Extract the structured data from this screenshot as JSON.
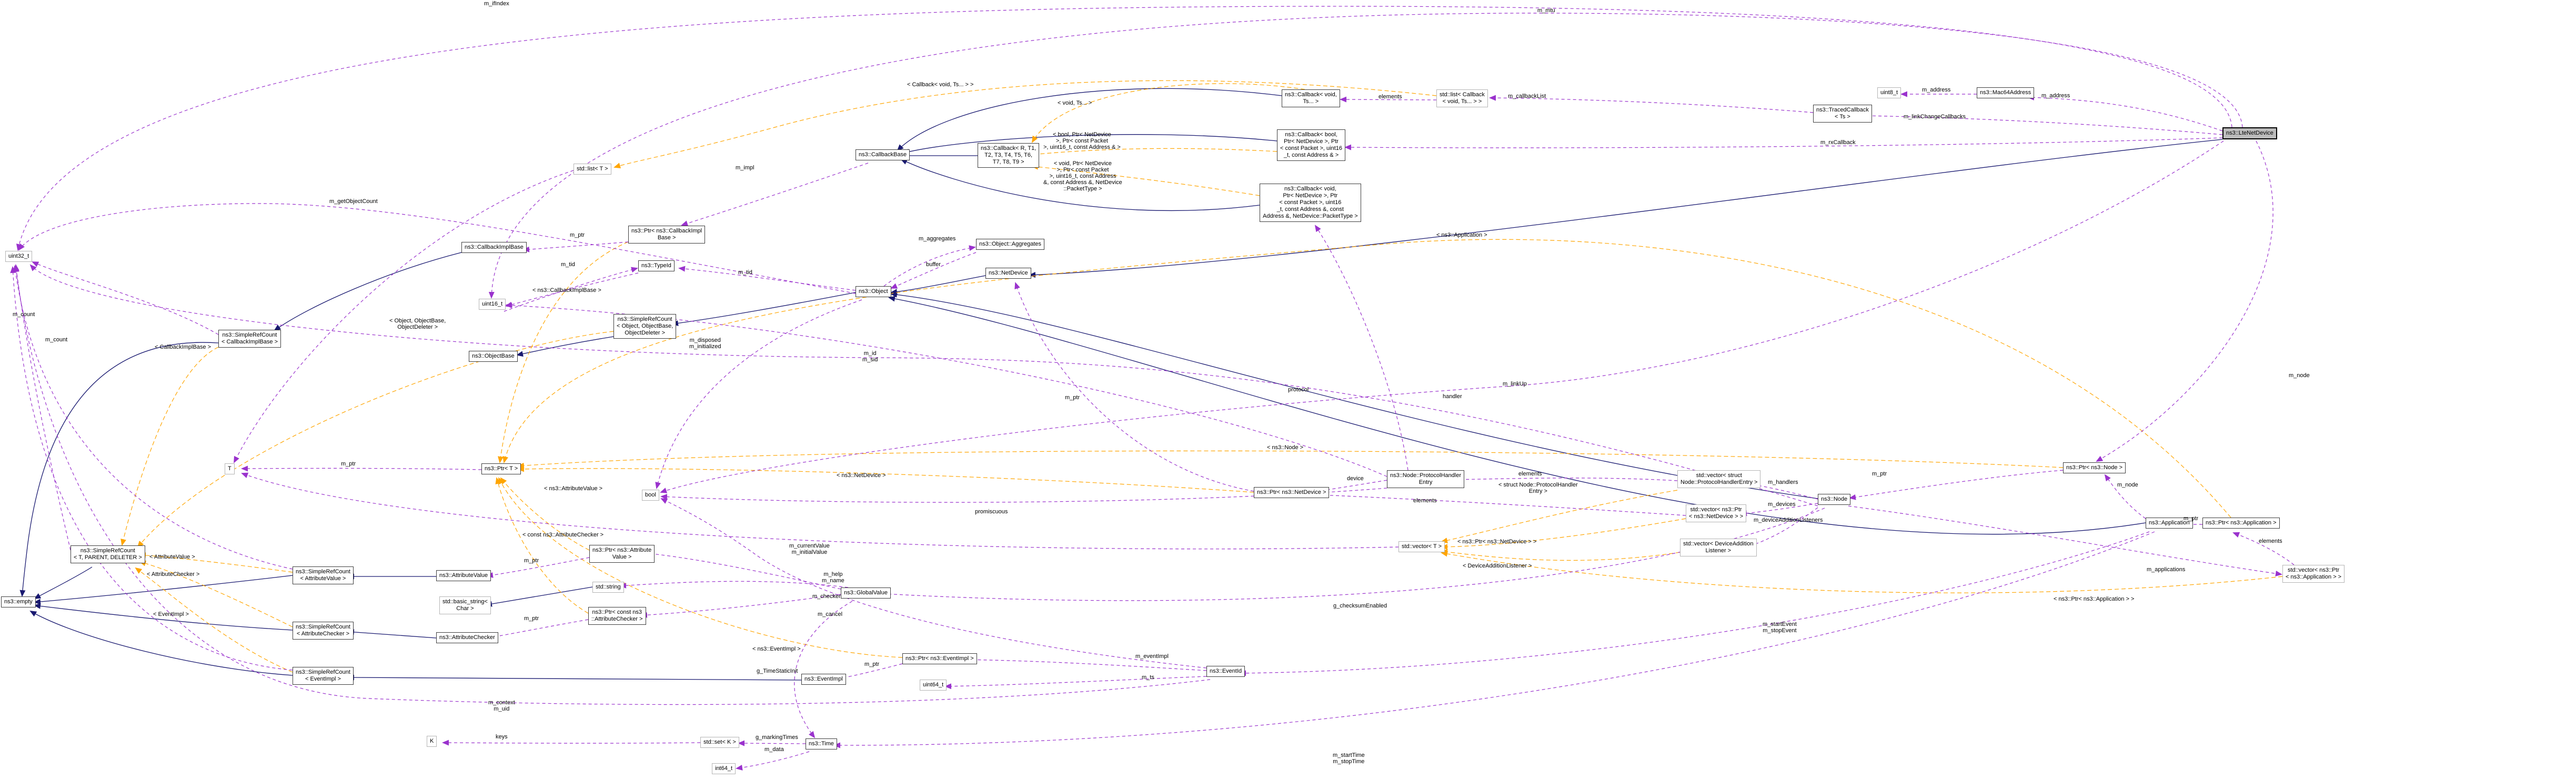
{
  "diagram": {
    "selected_class": "ns3::LteNetDevice",
    "colors": {
      "inheritance_edge": "#191970",
      "usage_edge": "#9a32cd",
      "template_edge": "#ffa500",
      "selected_fill": "#bcbcbc",
      "node_border": "#3c3c3c",
      "std_node_border": "#b4b4b4"
    },
    "nodes": [
      {
        "id": "lteNetDevice",
        "label": "ns3::LteNetDevice",
        "kind": "sel",
        "interactable": true
      },
      {
        "id": "callbackVoidTs",
        "label": "ns3::Callback< void,\nTs... >",
        "kind": "class",
        "interactable": true
      },
      {
        "id": "listCallback",
        "label": "std::list< Callback\n< void, Ts... > >",
        "kind": "std",
        "interactable": false
      },
      {
        "id": "tracedCallback",
        "label": "ns3::TracedCallback\n< Ts >",
        "kind": "class",
        "interactable": true
      },
      {
        "id": "uint8",
        "label": "uint8_t",
        "kind": "std",
        "interactable": false
      },
      {
        "id": "mac64",
        "label": "ns3::Mac64Address",
        "kind": "class",
        "interactable": true
      },
      {
        "id": "callbackBool",
        "label": "ns3::Callback< bool,\nPtr< NetDevice >, Ptr\n< const Packet >, uint16\n_t, const Address & >",
        "kind": "class",
        "interactable": true
      },
      {
        "id": "callbackVoidPkt",
        "label": "ns3::Callback< void,\nPtr< NetDevice >, Ptr\n< const Packet >, uint16\n_t, const Address &, const\nAddress &, NetDevice::PacketType >",
        "kind": "class",
        "interactable": true
      },
      {
        "id": "callbackBase",
        "label": "ns3::CallbackBase",
        "kind": "class",
        "interactable": true
      },
      {
        "id": "callbackRT",
        "label": "ns3::Callback< R, T1,\nT2, T3, T4, T5, T6,\nT7, T8, T9 >",
        "kind": "class",
        "interactable": true
      },
      {
        "id": "stdListT",
        "label": "std::list< T >",
        "kind": "std",
        "interactable": false
      },
      {
        "id": "ptrCallbackImplBase",
        "label": "ns3::Ptr< ns3::CallbackImpl\nBase >",
        "kind": "class",
        "interactable": true
      },
      {
        "id": "typeId",
        "label": "ns3::TypeId",
        "kind": "class",
        "interactable": true
      },
      {
        "id": "callbackImplBase",
        "label": "ns3::CallbackImplBase",
        "kind": "class",
        "interactable": true
      },
      {
        "id": "uint16",
        "label": "uint16_t",
        "kind": "std",
        "interactable": false
      },
      {
        "id": "srcObject",
        "label": "ns3::SimpleRefCount\n< Object, ObjectBase,\nObjectDeleter >",
        "kind": "class",
        "interactable": true
      },
      {
        "id": "objectBase",
        "label": "ns3::ObjectBase",
        "kind": "class",
        "interactable": true
      },
      {
        "id": "object",
        "label": "ns3::Object",
        "kind": "class",
        "interactable": true
      },
      {
        "id": "aggregates",
        "label": "ns3::Object::Aggregates",
        "kind": "class",
        "interactable": true
      },
      {
        "id": "netDevice",
        "label": "ns3::NetDevice",
        "kind": "class",
        "interactable": true
      },
      {
        "id": "uint32",
        "label": "uint32_t",
        "kind": "std",
        "interactable": false
      },
      {
        "id": "srcCallbackImplBase",
        "label": "ns3::SimpleRefCount\n< CallbackImplBase >",
        "kind": "class",
        "interactable": true
      },
      {
        "id": "T",
        "label": "T",
        "kind": "std",
        "interactable": false
      },
      {
        "id": "srcTParent",
        "label": "ns3::SimpleRefCount\n< T, PARENT, DELETER >",
        "kind": "class",
        "interactable": true
      },
      {
        "id": "empty",
        "label": "ns3::empty",
        "kind": "class",
        "interactable": true
      },
      {
        "id": "srcAttrValue",
        "label": "ns3::SimpleRefCount\n< AttributeValue >",
        "kind": "class",
        "interactable": true
      },
      {
        "id": "srcAttrChecker",
        "label": "ns3::SimpleRefCount\n< AttributeChecker >",
        "kind": "class",
        "interactable": true
      },
      {
        "id": "srcEventImpl",
        "label": "ns3::SimpleRefCount\n< EventImpl >",
        "kind": "class",
        "interactable": true
      },
      {
        "id": "attrValue",
        "label": "ns3::AttributeValue",
        "kind": "class",
        "interactable": true
      },
      {
        "id": "basicString",
        "label": "std::basic_string<\nChar >",
        "kind": "std",
        "interactable": false
      },
      {
        "id": "attrChecker",
        "label": "ns3::AttributeChecker",
        "kind": "class",
        "interactable": true
      },
      {
        "id": "ptrAttrValue",
        "label": "ns3::Ptr< ns3::Attribute\nValue >",
        "kind": "class",
        "interactable": true
      },
      {
        "id": "stdString",
        "label": "std::string",
        "kind": "std",
        "interactable": false
      },
      {
        "id": "ptrConstAttrChecker",
        "label": "ns3::Ptr< const ns3\n::AttributeChecker >",
        "kind": "class",
        "interactable": true
      },
      {
        "id": "globalValue",
        "label": "ns3::GlobalValue",
        "kind": "class",
        "interactable": true
      },
      {
        "id": "ptrT",
        "label": "ns3::Ptr< T >",
        "kind": "class",
        "interactable": true
      },
      {
        "id": "boolBox",
        "label": "bool",
        "kind": "std",
        "interactable": false
      },
      {
        "id": "ptrNetDevice",
        "label": "ns3::Ptr< ns3::NetDevice >",
        "kind": "class",
        "interactable": true
      },
      {
        "id": "protocolHandlerEntry",
        "label": "ns3::Node::ProtocolHandler\nEntry",
        "kind": "class",
        "interactable": true
      },
      {
        "id": "stdVectorT",
        "label": "std::vector< T >",
        "kind": "std",
        "interactable": false
      },
      {
        "id": "vecHandlers",
        "label": "std::vector< struct\nNode::ProtocolHandlerEntry >",
        "kind": "std",
        "interactable": false
      },
      {
        "id": "vecDevices",
        "label": "std::vector< ns3::Ptr\n< ns3::NetDevice > >",
        "kind": "std",
        "interactable": false
      },
      {
        "id": "vecListeners",
        "label": "std::vector< DeviceAddition\nListener >",
        "kind": "std",
        "interactable": false
      },
      {
        "id": "node",
        "label": "ns3::Node",
        "kind": "class",
        "interactable": true
      },
      {
        "id": "ptrNode",
        "label": "ns3::Ptr< ns3::Node >",
        "kind": "class",
        "interactable": true
      },
      {
        "id": "application",
        "label": "ns3::Application",
        "kind": "class",
        "interactable": true
      },
      {
        "id": "ptrApplication",
        "label": "ns3::Ptr< ns3::Application >",
        "kind": "class",
        "interactable": true
      },
      {
        "id": "vecApplications",
        "label": "std::vector< ns3::Ptr\n< ns3::Application > >",
        "kind": "std",
        "interactable": false
      },
      {
        "id": "eventImpl",
        "label": "ns3::EventImpl",
        "kind": "class",
        "interactable": true
      },
      {
        "id": "ptrEventImpl",
        "label": "ns3::Ptr< ns3::EventImpl >",
        "kind": "class",
        "interactable": true
      },
      {
        "id": "uint64",
        "label": "uint64_t",
        "kind": "std",
        "interactable": false
      },
      {
        "id": "eventId",
        "label": "ns3::EventId",
        "kind": "class",
        "interactable": true
      },
      {
        "id": "time",
        "label": "ns3::Time",
        "kind": "class",
        "interactable": true
      },
      {
        "id": "setK",
        "label": "std::set< K >",
        "kind": "std",
        "interactable": false
      },
      {
        "id": "K",
        "label": "K",
        "kind": "std",
        "interactable": false
      },
      {
        "id": "int64",
        "label": "int64_t",
        "kind": "std",
        "interactable": false
      }
    ],
    "edge_labels": [
      {
        "id": "L_m_ifIndex",
        "text": "m_ifIndex"
      },
      {
        "id": "L_m_mtu",
        "text": "m_mtu"
      },
      {
        "id": "L_m_callbackList",
        "text": "m_callbackList"
      },
      {
        "id": "L_elements_list",
        "text": "elements"
      },
      {
        "id": "L_m_address_u8",
        "text": "m_address"
      },
      {
        "id": "L_m_address_lte",
        "text": "m_address"
      },
      {
        "id": "L_m_linkChangeCallbacks",
        "text": "m_linkChangeCallbacks"
      },
      {
        "id": "L_m_rxCallback",
        "text": "m_rxCallback"
      },
      {
        "id": "L_cb_listT",
        "text": "< Callback< void, Ts... > >"
      },
      {
        "id": "L_cbvoidts_t",
        "text": "< void, Ts... >"
      },
      {
        "id": "L_cb_bool_args",
        "text": "< bool, Ptr< NetDevice\n>, Ptr< const Packet\n>, uint16_t, const Address & >"
      },
      {
        "id": "L_cb_void_args",
        "text": "< void, Ptr< NetDevice\n>, Ptr< const Packet\n>, uint16_t, const Address\n&, const Address &, NetDevice\n::PacketType >"
      },
      {
        "id": "L_m_aggregates",
        "text": "m_aggregates"
      },
      {
        "id": "L_buffer",
        "text": "buffer"
      },
      {
        "id": "L_m_impl",
        "text": "m_impl"
      },
      {
        "id": "L_m_ptr_cib",
        "text": "m_ptr"
      },
      {
        "id": "L_m_tid_l",
        "text": "m_tid"
      },
      {
        "id": "L_m_tid_r",
        "text": "m_tid"
      },
      {
        "id": "L_cib_template",
        "text": "< ns3::CallbackImplBase >"
      },
      {
        "id": "L_m_getObjectCount",
        "text": "m_getObjectCount"
      },
      {
        "id": "L_m_count",
        "text": "m_count"
      },
      {
        "id": "L_m_count2",
        "text": "m_count"
      },
      {
        "id": "L_src_obj_args",
        "text": "< Object, ObjectBase,\nObjectDeleter >"
      },
      {
        "id": "L_cib_src_template",
        "text": "< CallbackImplBase >"
      },
      {
        "id": "L_m_disposed",
        "text": "m_disposed\nm_initialized"
      },
      {
        "id": "L_m_id_sid",
        "text": "m_id\nm_sid"
      },
      {
        "id": "L_attrvalue_t",
        "text": "< AttributeValue >"
      },
      {
        "id": "L_attrchecker_t",
        "text": "< AttributeChecker >"
      },
      {
        "id": "L_eventimpl_t",
        "text": "< EventImpl >"
      },
      {
        "id": "L_ptrT_attrvalue",
        "text": "< ns3::AttributeValue >"
      },
      {
        "id": "L_ptrT_constchecker",
        "text": "< const ns3::AttributeChecker >"
      },
      {
        "id": "L_ptrT_netdevice",
        "text": "< ns3::NetDevice >"
      },
      {
        "id": "L_ptrT_node",
        "text": "< ns3::Node >"
      },
      {
        "id": "L_ptrT_application",
        "text": "< ns3::Application >"
      },
      {
        "id": "L_ptrT_eventimpl",
        "text": "< ns3::EventImpl >"
      },
      {
        "id": "L_m_ptr_av",
        "text": "m_ptr"
      },
      {
        "id": "L_m_ptr_ac",
        "text": "m_ptr"
      },
      {
        "id": "L_m_ptr_nd",
        "text": "m_ptr"
      },
      {
        "id": "L_m_ptr_T",
        "text": "m_ptr"
      },
      {
        "id": "L_m_currentValue",
        "text": "m_currentValue\nm_initialValue"
      },
      {
        "id": "L_m_help",
        "text": "m_help\nm_name"
      },
      {
        "id": "L_m_checker",
        "text": "m_checker"
      },
      {
        "id": "L_m_cancel",
        "text": "m_cancel"
      },
      {
        "id": "L_g_checksum",
        "text": "g_checksumEnabled"
      },
      {
        "id": "L_promiscuous",
        "text": "promiscuous"
      },
      {
        "id": "L_device",
        "text": "device"
      },
      {
        "id": "L_protocol",
        "text": "protocol"
      },
      {
        "id": "L_handler",
        "text": "handler"
      },
      {
        "id": "L_elements_vd",
        "text": "elements"
      },
      {
        "id": "L_elements_vh",
        "text": "elements"
      },
      {
        "id": "L_vec_phe_args",
        "text": "< struct Node::ProtocolHandler\nEntry >"
      },
      {
        "id": "L_vec_nd_args",
        "text": "< ns3::Ptr< ns3::NetDevice > >"
      },
      {
        "id": "L_vec_dal_args",
        "text": "< DeviceAdditionListener >"
      },
      {
        "id": "L_vec_app_args",
        "text": "< ns3::Ptr< ns3::Application > >"
      },
      {
        "id": "L_m_handlers",
        "text": "m_handlers"
      },
      {
        "id": "L_m_devices",
        "text": "m_devices"
      },
      {
        "id": "L_m_dal",
        "text": "m_deviceAdditionListeners"
      },
      {
        "id": "L_m_ptr_node",
        "text": "m_ptr"
      },
      {
        "id": "L_m_node_lte",
        "text": "m_node"
      },
      {
        "id": "L_m_node_app",
        "text": "m_node"
      },
      {
        "id": "L_m_ptr_app",
        "text": "m_ptr"
      },
      {
        "id": "L_elements_apps",
        "text": "elements"
      },
      {
        "id": "L_m_applications",
        "text": "m_applications"
      },
      {
        "id": "L_m_startEvent",
        "text": "m_startEvent\nm_stopEvent"
      },
      {
        "id": "L_m_eventImpl",
        "text": "m_eventImpl"
      },
      {
        "id": "L_m_ts",
        "text": "m_ts"
      },
      {
        "id": "L_m_ptr_ev",
        "text": "m_ptr"
      },
      {
        "id": "L_g_TimeStaticInit",
        "text": "g_TimeStaticInit"
      },
      {
        "id": "L_m_context",
        "text": "m_context\nm_uid"
      },
      {
        "id": "L_keys",
        "text": "keys"
      },
      {
        "id": "L_g_markingTimes",
        "text": "g_markingTimes"
      },
      {
        "id": "L_m_data",
        "text": "m_data"
      },
      {
        "id": "L_m_startTime",
        "text": "m_startTime\nm_stopTime"
      },
      {
        "id": "L_m_linkUp",
        "text": "m_linkUp"
      }
    ]
  }
}
